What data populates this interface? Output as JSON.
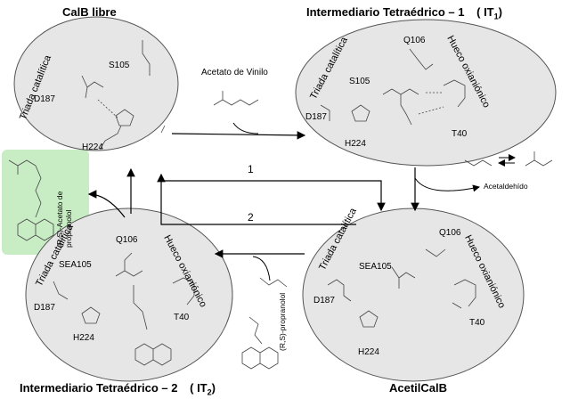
{
  "states": {
    "free": {
      "title": "CalB libre",
      "triad_label": "Triada catalítica",
      "residues": {
        "ser": "S105",
        "asp": "D187",
        "his": "H224"
      }
    },
    "it1": {
      "title": "Intermediario Tetraédrico – 1",
      "title_tag": "( IT",
      "title_sub": "1",
      "title_close": ")",
      "triad_label": "Triada catalítica",
      "hole_label": "Hueco oxianiónico",
      "residues": {
        "q": "Q106",
        "ser": "S105",
        "asp": "D187",
        "his": "H224",
        "thr": "T40"
      }
    },
    "acetyl": {
      "title": "AcetilCalB",
      "triad_label": "Triada catalítica",
      "hole_label": "Hueco oxianiónico",
      "residues": {
        "q": "Q106",
        "ser": "SEA105",
        "asp": "D187",
        "his": "H224",
        "thr": "T40"
      }
    },
    "it2": {
      "title": "Intermediario Tetraédrico – 2",
      "title_tag": "( IT",
      "title_sub": "2",
      "title_close": ")",
      "triad_label": "Triada catalítica",
      "hole_label": "Hueco oxianiónico",
      "residues": {
        "q": "Q106",
        "ser": "SEA105",
        "asp": "D187",
        "his": "H224",
        "thr": "T40"
      }
    }
  },
  "reagents": {
    "vinyl_acetate": "Acetato de Vinilo",
    "acetaldehyde": "Acetaldehído",
    "propranolol": "(R,S)-propranolol",
    "propranolol_acetate": "(R,S)-Acetato de propranolol"
  },
  "pathways": {
    "one": "1",
    "two": "2"
  },
  "colors": {
    "active_site": "#e6e6e6",
    "product_box": "#c8ecc4",
    "line": "#000000"
  }
}
